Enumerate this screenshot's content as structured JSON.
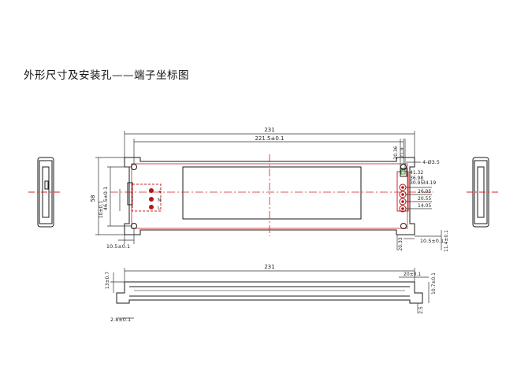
{
  "title": "外形尺寸及安装孔——端子坐标图",
  "dims": {
    "top_total": "231",
    "top_holes": "221.5±0.1",
    "height_total": "58",
    "height_holes": "46.5±0.1",
    "left_inset": "10.5±0.1",
    "right_inset": "10.5±0.1",
    "vert_bottom": "20.33",
    "vert_right": "11.4±0.1",
    "right_col": [
      "20.36",
      "21.9",
      "4-Ø3.5",
      "41.32",
      "36.98",
      "30.95",
      "34.19",
      "26.05",
      "20.55",
      "14.05"
    ],
    "left_small": "10±0.1",
    "side_total": "231",
    "side_dim1": "13±0.7",
    "side_dim2": "20±0.1",
    "side_dim3": "10.7±0.1",
    "side_dim4": "2.8±0.1",
    "side_dim5": "2.5"
  },
  "terminals": [
    "L",
    "N",
    "⏚"
  ],
  "colors": {
    "outline": "#1a1a1a",
    "center": "#d12020",
    "term_green": "#2a9a2a",
    "term_red": "#b01818"
  }
}
